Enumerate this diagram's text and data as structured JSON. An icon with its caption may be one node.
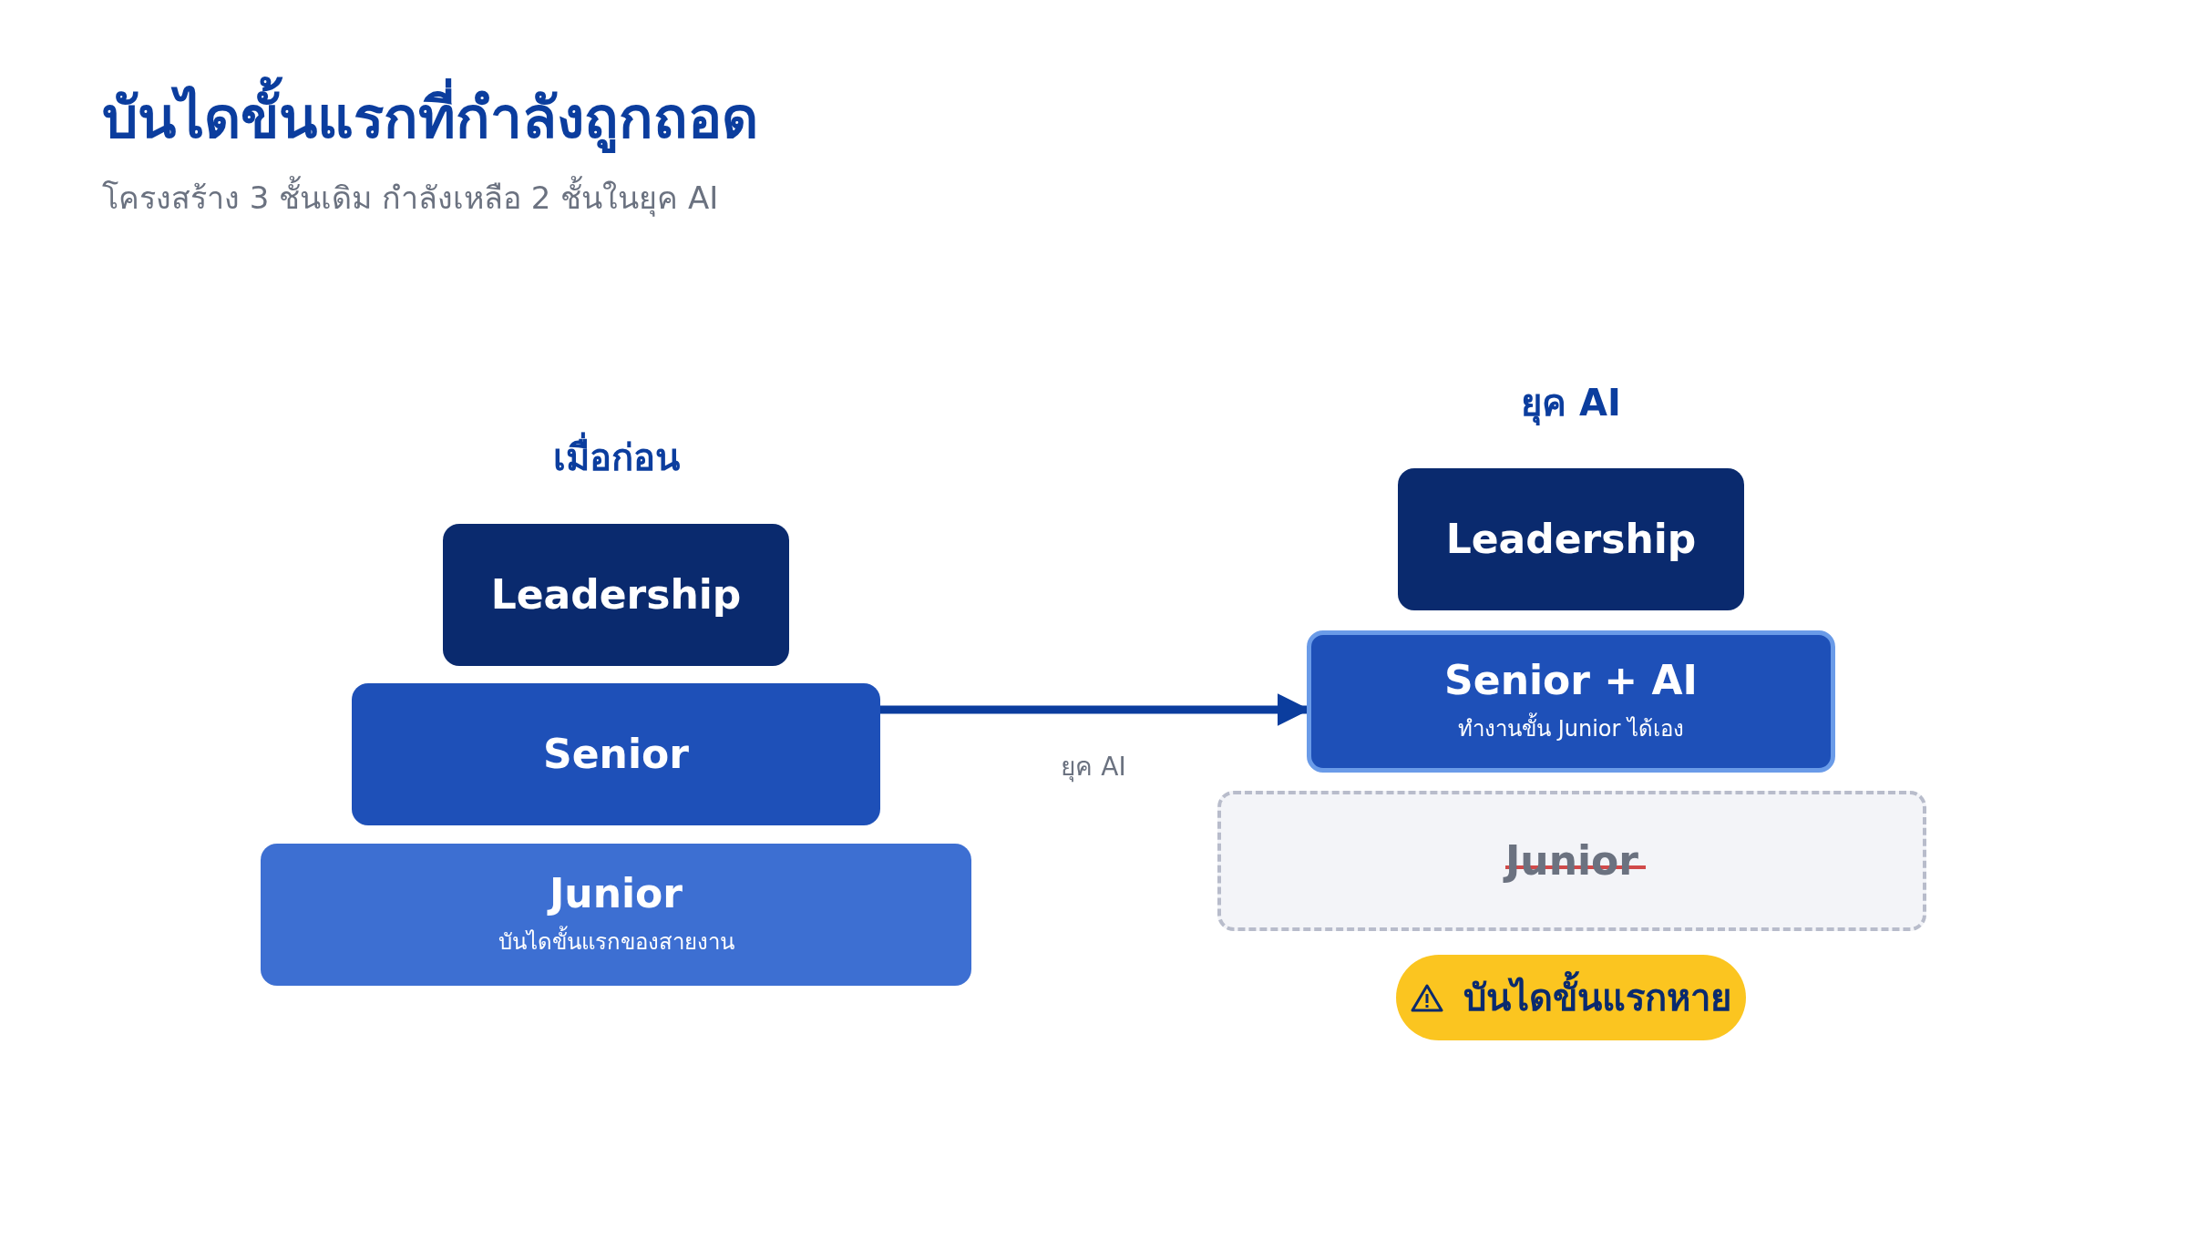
{
  "diagram": {
    "title": "บันไดขั้นแรกที่กำลังถูกถอด",
    "nodes": [
      {
        "text": [
          "Leadership"
        ]
      },
      {
        "text": [
          "Senior"
        ]
      },
      {
        "text": [
          "Junior",
          "บันไดขั้นแรกของสายงาน"
        ]
      },
      {
        "text": [
          "Leadership"
        ]
      },
      {
        "text": [
          "Senior + AI",
          "ทำงานขั้น Junior ได้เอง"
        ]
      },
      {
        "text": [
          "Junior"
        ]
      },
      {
        "text": [
          "บันไดขั้นแรกหาย"
        ]
      }
    ],
    "edges": [
      {
        "from": 1,
        "to": 4,
        "arrow": "to",
        "label": "ยุค AI"
      }
    ],
    "labels": [
      "โครงสร้าง 3 ชั้นเดิม กำลังเหลือ 2 ชั้นในยุค AI",
      "เมื่อก่อน",
      "ยุค AI"
    ]
  }
}
